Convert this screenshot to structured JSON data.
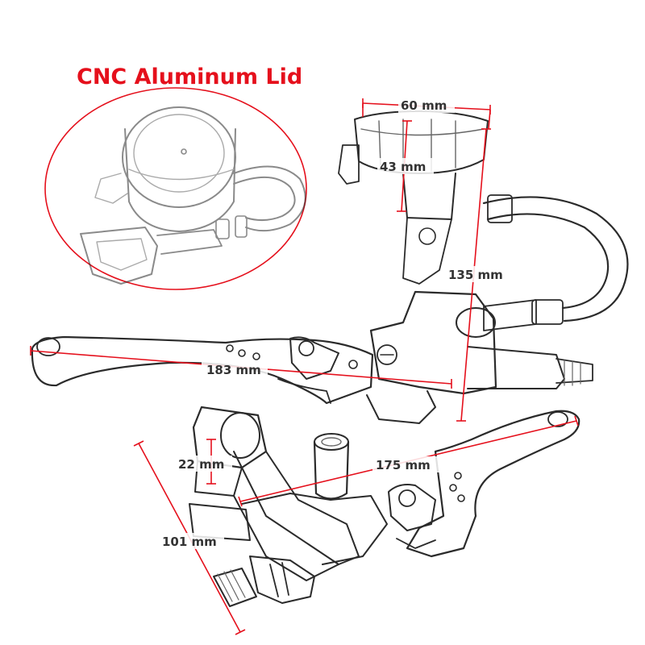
{
  "callout": {
    "title": "CNC Aluminum Lid"
  },
  "dimensions": {
    "reservoir_width": "60 mm",
    "reservoir_height": "43 mm",
    "pump_height": "135 mm",
    "lever_length_top": "183 mm",
    "lever_length_bottom": "175 mm",
    "clamp_diameter": "22 mm",
    "clamp_length": "101 mm"
  },
  "colors": {
    "accent_red": "#e5101c",
    "sketch_line": "#2b2b2b",
    "label_text": "#333333"
  }
}
